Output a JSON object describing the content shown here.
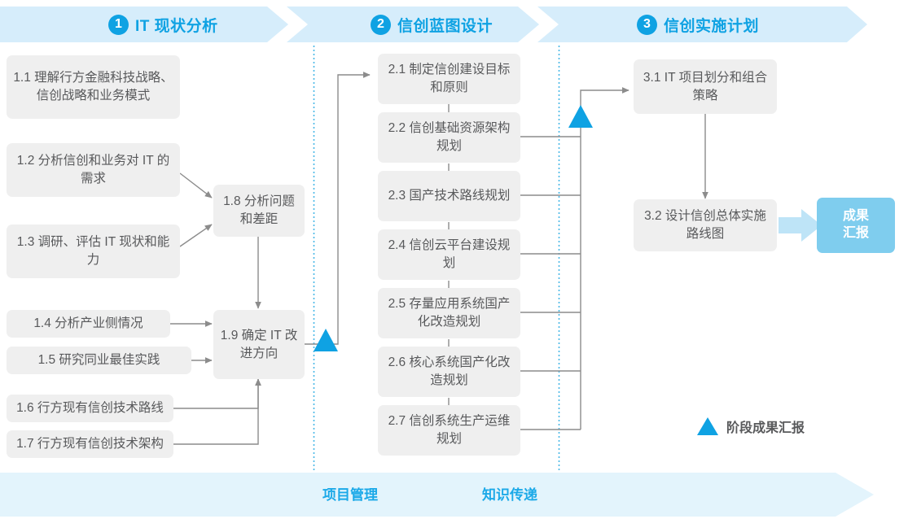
{
  "colors": {
    "accent": "#0FA2E3",
    "band": "#D6EDFB",
    "footer_band": "#E3F4FC",
    "box_bg": "#EFEFEF",
    "box_text": "#58595B",
    "outcome_bg": "#7FCDEE",
    "connector": "#8C8C8C",
    "divider": "#29ABE2"
  },
  "phases": [
    {
      "num": "1",
      "label": "IT 现状分析"
    },
    {
      "num": "2",
      "label": "信创蓝图设计"
    },
    {
      "num": "3",
      "label": "信创实施计划"
    }
  ],
  "phase1_tasks": [
    {
      "id": "1.1",
      "text": "1.1 理解行方金融科技战略、信创战略和业务模式"
    },
    {
      "id": "1.2",
      "text": "1.2 分析信创和业务对 IT 的需求"
    },
    {
      "id": "1.3",
      "text": "1.3 调研、评估 IT 现状和能力"
    },
    {
      "id": "1.4",
      "text": "1.4 分析产业侧情况"
    },
    {
      "id": "1.5",
      "text": "1.5 研究同业最佳实践"
    },
    {
      "id": "1.6",
      "text": "1.6 行方现有信创技术路线"
    },
    {
      "id": "1.7",
      "text": "1.7 行方现有信创技术架构"
    },
    {
      "id": "1.8",
      "text": "1.8 分析问题和差距"
    },
    {
      "id": "1.9",
      "text": "1.9 确定 IT 改进方向"
    }
  ],
  "phase2_tasks": [
    {
      "id": "2.1",
      "text": "2.1 制定信创建设目标和原则"
    },
    {
      "id": "2.2",
      "text": "2.2 信创基础资源架构规划"
    },
    {
      "id": "2.3",
      "text": "2.3 国产技术路线规划"
    },
    {
      "id": "2.4",
      "text": "2.4 信创云平台建设规划"
    },
    {
      "id": "2.5",
      "text": "2.5 存量应用系统国产化改造规划"
    },
    {
      "id": "2.6",
      "text": "2.6 核心系统国产化改造规划"
    },
    {
      "id": "2.7",
      "text": "2.7 信创系统生产运维规划"
    }
  ],
  "phase3_tasks": [
    {
      "id": "3.1",
      "text": "3.1 IT 项目划分和组合策略"
    },
    {
      "id": "3.2",
      "text": "3.2 设计信创总体实施路线图"
    }
  ],
  "outcome": {
    "text": "成果\n汇报"
  },
  "legend": {
    "icon": "triangle-icon",
    "text": "阶段成果汇报"
  },
  "footer": {
    "lanes": [
      {
        "label": "项目管理"
      },
      {
        "label": "知识传递"
      }
    ]
  }
}
